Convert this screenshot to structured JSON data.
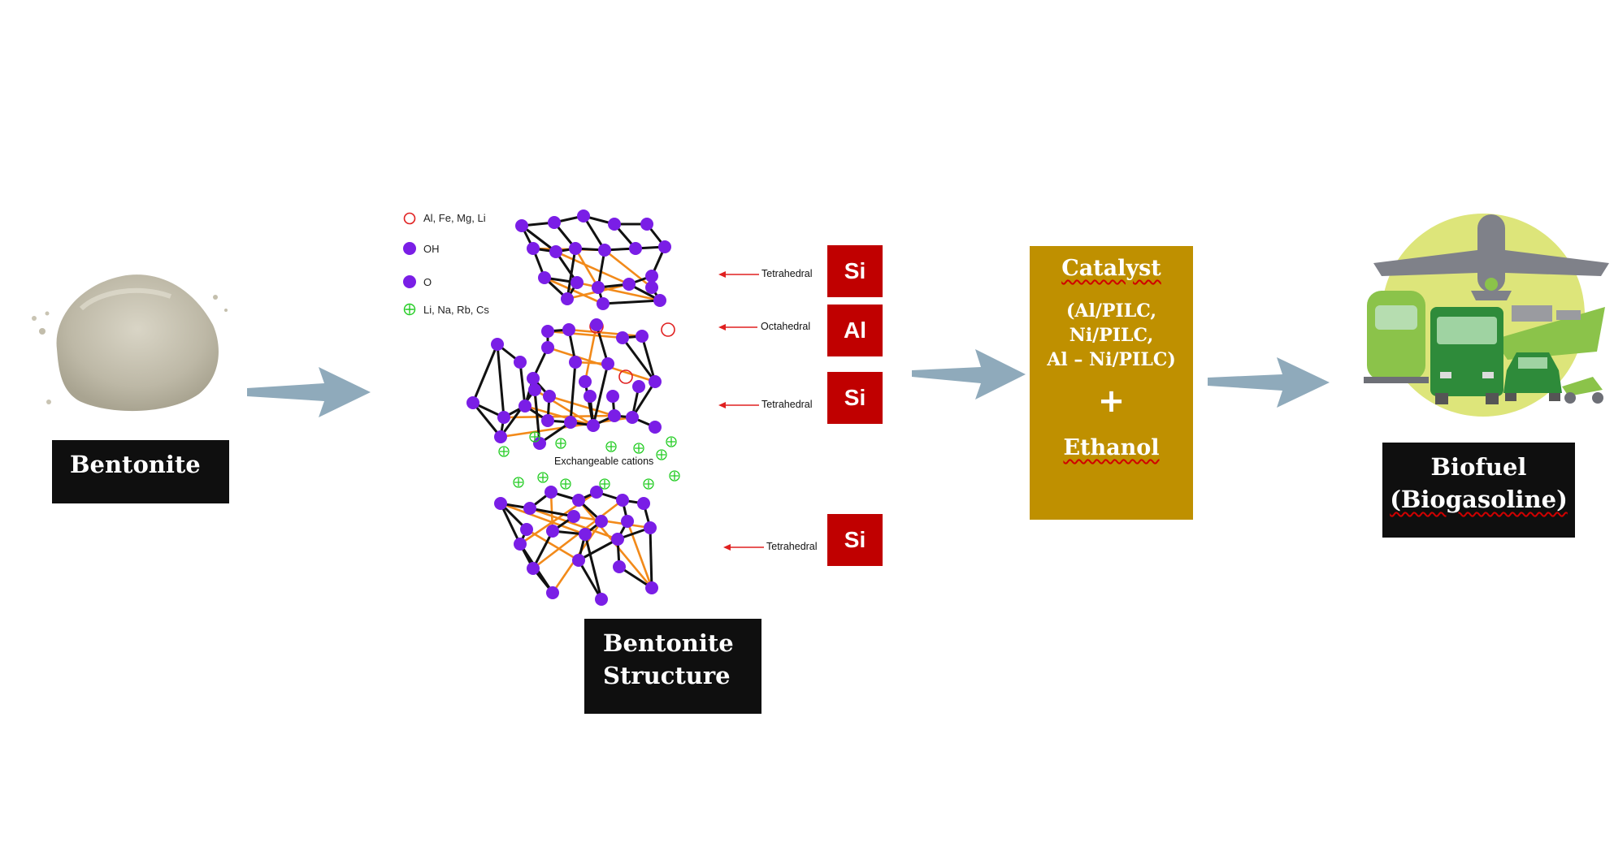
{
  "bentonite_label": "Bentonite",
  "structure_label": [
    "Bentonite",
    "Structure"
  ],
  "legend": [
    {
      "label": "Al, Fe, Mg, Li",
      "symbol": "open-red-circle"
    },
    {
      "label": "OH",
      "symbol": "purple-dot"
    },
    {
      "label": "O",
      "symbol": "purple-dot"
    },
    {
      "label": "Li, Na, Rb, Cs",
      "symbol": "green-circle-plus"
    }
  ],
  "exchangeable_label": "Exchangeable cations",
  "layers": [
    {
      "side_label": "Tetrahedral",
      "element": "Si"
    },
    {
      "side_label": "Octahedral",
      "element": "Al"
    },
    {
      "side_label": "Tetrahedral",
      "element": "Si"
    },
    {
      "side_label": "Tetrahedral",
      "element": "Si"
    }
  ],
  "catalyst": {
    "title": "Catalyst",
    "items": [
      "(Al/PILC,",
      "Ni/PILC,",
      "Al – Ni/PILC)"
    ],
    "plus": "+",
    "ethanol": "Ethanol"
  },
  "biofuel_label": [
    "Biofuel",
    "(Biogasoline)"
  ],
  "colors": {
    "label_box": "#0f0f0f",
    "catalyst_box": "#bf9000",
    "element_box": "#c00000",
    "arrow": "#8faabb",
    "atom": "#7a1ee6",
    "bond_black": "#111111",
    "bond_orange": "#f28a1a",
    "cation": "#22cc22"
  }
}
